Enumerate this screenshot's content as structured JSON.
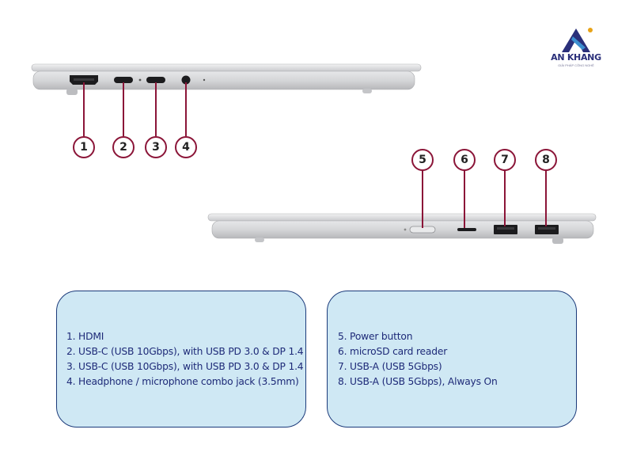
{
  "brand": {
    "name": "AN KHANG",
    "tagline": "GIẢI PHÁP CÔNG NGHỆ"
  },
  "colors": {
    "callout_border": "#8b1538",
    "box_fill": "#cfe8f4",
    "box_border": "#1b3a7a",
    "text": "#1e2a78",
    "laptop_body": "#d7d8da"
  },
  "callouts": [
    "1",
    "2",
    "3",
    "4",
    "5",
    "6",
    "7",
    "8"
  ],
  "ports_left": [
    "1. HDMI",
    "2. USB-C (USB 10Gbps), with USB PD 3.0 & DP 1.4",
    "3. USB-C (USB 10Gbps), with USB PD 3.0 & DP 1.4",
    "4. Headphone / microphone combo jack (3.5mm)"
  ],
  "ports_right": [
    "5. Power button",
    "6. microSD card reader",
    "7. USB-A (USB 5Gbps)",
    "8. USB-A (USB 5Gbps), Always On"
  ]
}
